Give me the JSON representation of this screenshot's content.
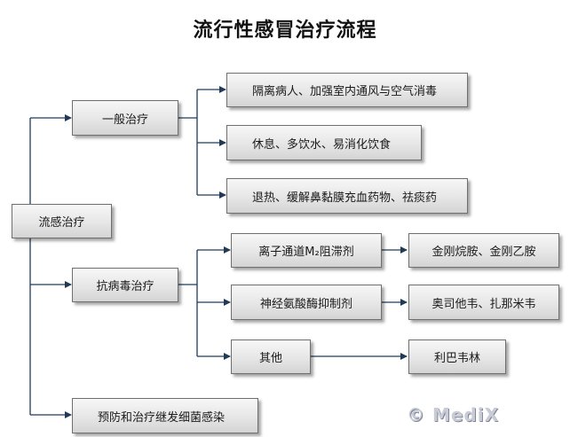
{
  "title": "流行性感冒治疗流程",
  "root": "流感治疗",
  "branches": {
    "general": "一般治疗",
    "antiviral": "抗病毒治疗",
    "prevention": "预防和治疗继发细菌感染"
  },
  "general_items": [
    "隔离病人、加强室内通风与空气消毒",
    "休息、多饮水、易消化饮食",
    "退热、缓解鼻黏膜充血药物、祛痰药"
  ],
  "antiviral_items": [
    {
      "category": "离子通道M₂阻滞剂",
      "drugs": "金刚烷胺、金刚乙胺"
    },
    {
      "category": "神经氨酸酶抑制剂",
      "drugs": "奥司他韦、扎那米韦"
    },
    {
      "category": "其他",
      "drugs": "利巴韦林"
    }
  ],
  "watermark": "© MediX"
}
